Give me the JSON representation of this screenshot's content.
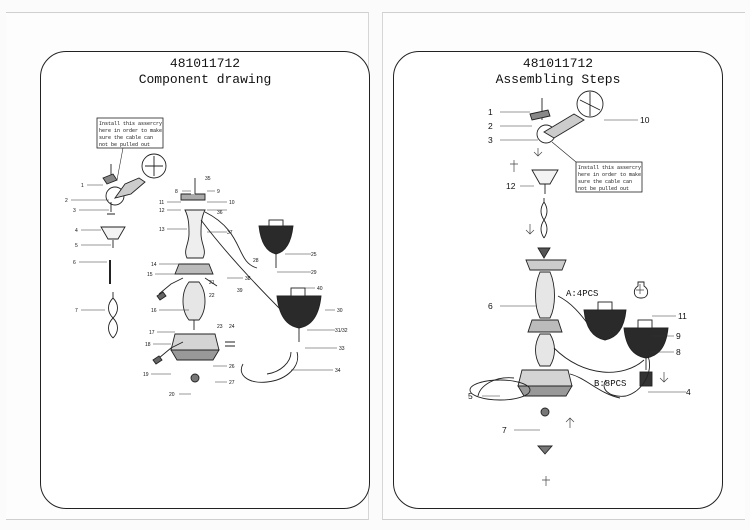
{
  "left_panel": {
    "code": "481011712",
    "title": "Component drawing",
    "note": [
      "Install this assercry",
      "here in order to make",
      "sure the cable can",
      "not be pulled out"
    ],
    "labels": [
      "1",
      "2",
      "3",
      "4",
      "5",
      "6",
      "7",
      "8",
      "9",
      "10",
      "11",
      "12",
      "13",
      "14",
      "15",
      "16",
      "17",
      "18",
      "19",
      "20",
      "21",
      "22",
      "23",
      "24",
      "25",
      "26",
      "27",
      "28",
      "29",
      "30",
      "31/32",
      "33",
      "34",
      "35",
      "36",
      "37",
      "38",
      "39",
      "40"
    ]
  },
  "right_panel": {
    "code": "481011712",
    "title": "Assembling Steps",
    "note": [
      "Install this assercry",
      "here in order to make",
      "sure the cable can",
      "not be pulled out"
    ],
    "labels": [
      "1",
      "2",
      "3",
      "4",
      "5",
      "6",
      "7",
      "8",
      "9",
      "10",
      "11",
      "12"
    ],
    "annotation_a": "A:4PCS",
    "annotation_b": "B:8PCS"
  }
}
